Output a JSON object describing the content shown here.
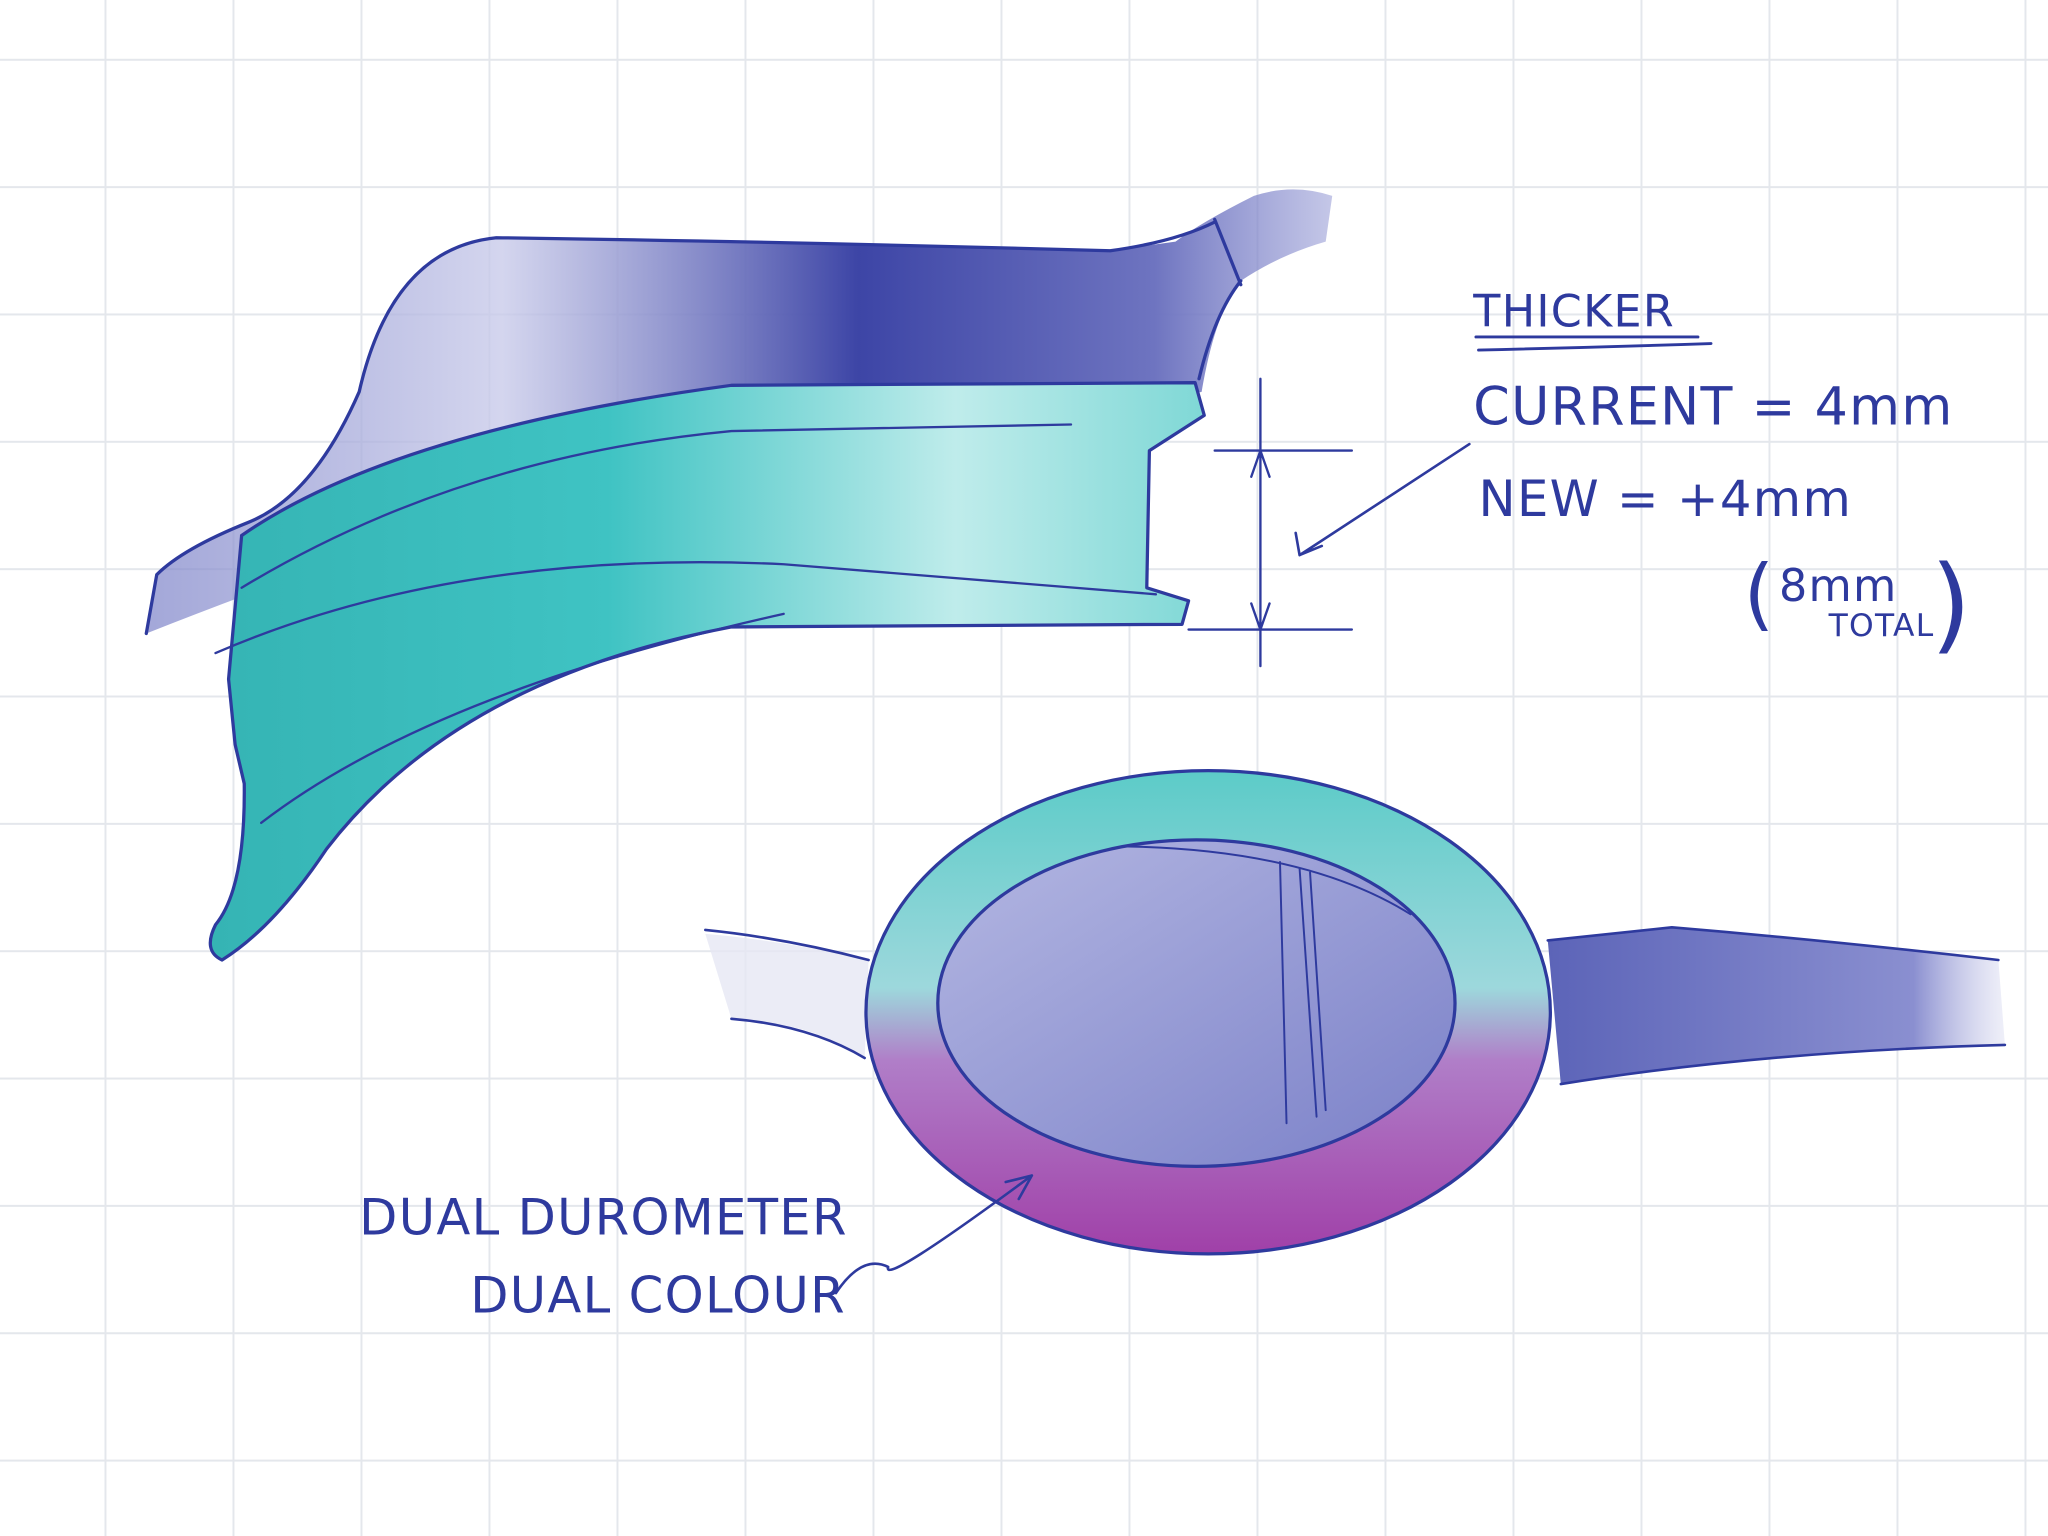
{
  "colors": {
    "ink": "#2e3a9e",
    "grid": "#e4e7ec",
    "strap_purple": "#5c64b8",
    "seal_teal": "#3fc3c3",
    "rim_magenta": "#a040a8",
    "lens_lavender": "#8a8fd0"
  },
  "annotations": {
    "thicker_title": "THICKER",
    "current_line": "CURRENT = 4mm",
    "new_line": "NEW = +4mm",
    "total_value": "8mm",
    "total_label": "TOTAL",
    "dual_durometer": "DUAL DUROMETER",
    "dual_colour": "DUAL COLOUR"
  }
}
